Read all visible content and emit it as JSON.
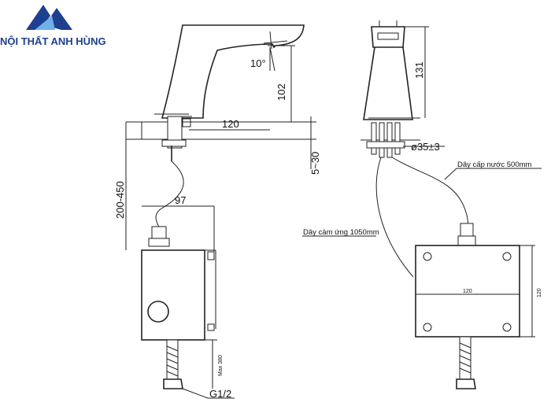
{
  "brand": {
    "name": "NỘI THẤT ANH HÙNG",
    "logo_colors": {
      "dark": "#1f3f8f",
      "light": "#6fb0e6"
    }
  },
  "dimensions": {
    "spout_reach": "120",
    "spout_angle": "10°",
    "spout_height": "102",
    "deck_thickness": "5~30",
    "install_range": "200-450",
    "box_depth": "97",
    "body_height": "131",
    "hole_diameter": "ø35±3",
    "box_width": "120",
    "box_height": "120",
    "hose_length": "Max 380",
    "thread": "G1/2"
  },
  "labels": {
    "supply_hose": "Dây cấp nước 500mm",
    "sensor_cable": "Dây cảm ứng 1050mm"
  }
}
